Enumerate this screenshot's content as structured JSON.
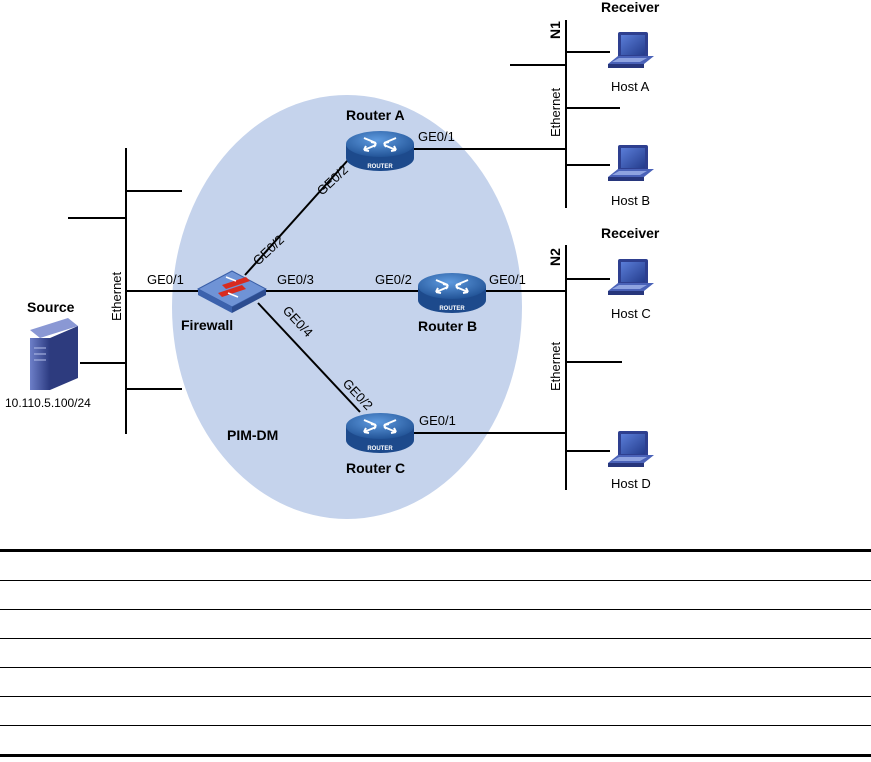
{
  "diagram": {
    "pim_domain_label": "PIM-DM",
    "source": {
      "title": "Source",
      "ip": "10.110.5.100/24"
    },
    "left_segment_label": "Ethernet",
    "firewall": {
      "name": "Firewall",
      "ports": {
        "ge01": "GE0/1",
        "ge02": "GE0/2",
        "ge03": "GE0/3",
        "ge04": "GE0/4"
      }
    },
    "router_a": {
      "name": "Router A",
      "ge02": "GE0/2",
      "ge01": "GE0/1",
      "badge": "ROUTER"
    },
    "router_b": {
      "name": "Router B",
      "ge02": "GE0/2",
      "ge01": "GE0/1",
      "badge": "ROUTER"
    },
    "router_c": {
      "name": "Router C",
      "ge02": "GE0/2",
      "ge01": "GE0/1",
      "badge": "ROUTER"
    },
    "n1": {
      "network": "N1",
      "segment_label": "Ethernet",
      "receiver": "Receiver",
      "hosts": [
        "Host A",
        "Host B"
      ]
    },
    "n2": {
      "network": "N2",
      "segment_label": "Ethernet",
      "receiver": "Receiver",
      "hosts": [
        "Host C",
        "Host D"
      ]
    },
    "colors": {
      "ellipse": "#c5d3ec",
      "router": "#2f6fb7",
      "host": "#3a55b0",
      "source": "#3c4f9a",
      "firewall_stripe": "#d82b1f"
    }
  },
  "table": {
    "rows": 7
  }
}
